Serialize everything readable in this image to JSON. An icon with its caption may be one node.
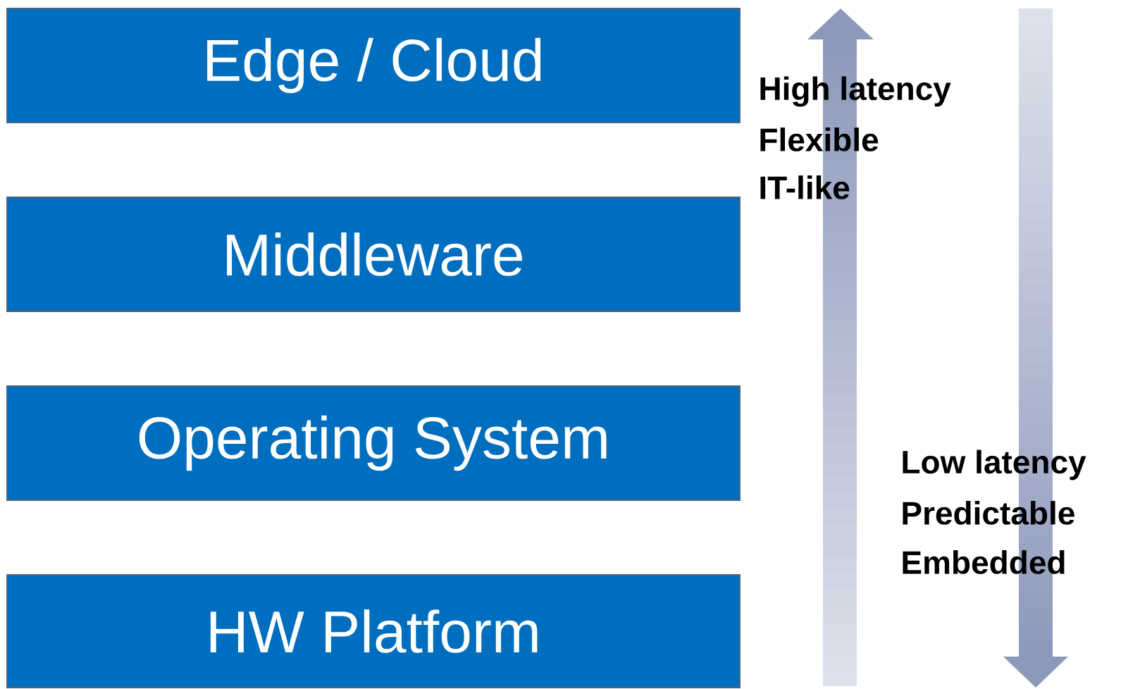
{
  "diagram": {
    "nodes": [
      {
        "text": [
          "Edge / Cloud"
        ]
      },
      {
        "text": [
          "Middleware"
        ]
      },
      {
        "text": [
          "Operating System"
        ]
      },
      {
        "text": [
          "HW Platform"
        ]
      }
    ],
    "labels": [
      "High latency",
      "Flexible",
      "IT-like",
      "Low latency",
      "Predictable",
      "Embedded"
    ]
  }
}
